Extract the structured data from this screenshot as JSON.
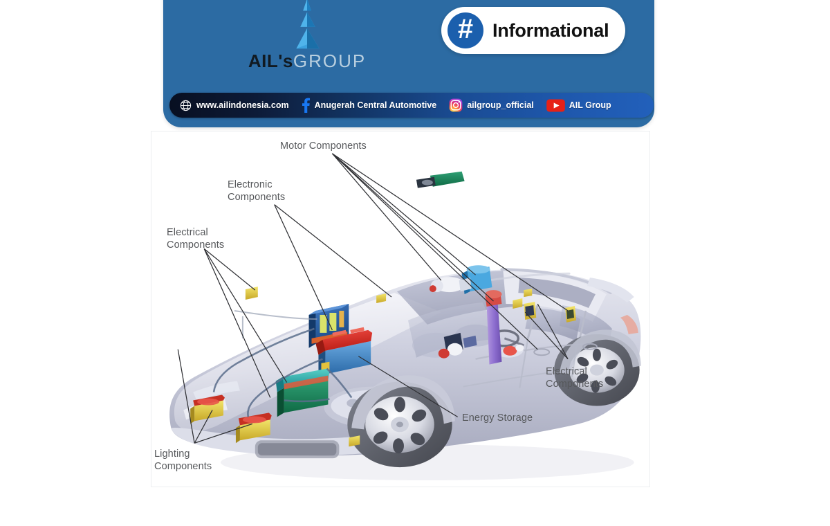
{
  "brand": {
    "name_primary": "AIL's",
    "name_secondary": "GROUP",
    "logo_icon": "pyramid-tree-logo"
  },
  "badge": {
    "hash_symbol": "#",
    "label": "Informational",
    "hash_icon": "hashtag-icon"
  },
  "social": [
    {
      "icon": "globe-icon",
      "label": "www.ailindonesia.com"
    },
    {
      "icon": "facebook-icon",
      "label": "Anugerah Central Automotive"
    },
    {
      "icon": "instagram-icon",
      "label": "ailgroup_official"
    },
    {
      "icon": "youtube-icon",
      "label": "AIL Group"
    }
  ],
  "diagram": {
    "alt": "cutaway-illustration-of-car-electrical-systems",
    "labels": {
      "motor": "Motor Components",
      "electronic": "Electronic\nComponents",
      "electrical_left": "Electrical\nComponents",
      "electrical_right": "Electrical\nComponents",
      "energy": "Energy Storage",
      "lighting": "Lighting\nComponents"
    }
  },
  "colors": {
    "header_blue": "#2c6ba3",
    "badge_blue": "#1b5fad",
    "social_dark": "#080f21",
    "social_light": "#2260bb",
    "youtube_red": "#e62117",
    "facebook_blue": "#1877f2",
    "label_gray": "#56585b",
    "page_background": "#ffffff"
  }
}
